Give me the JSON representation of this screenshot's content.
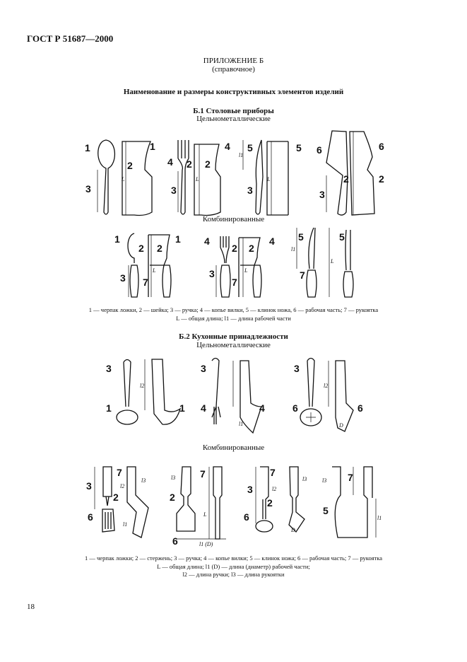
{
  "header": {
    "standard": "ГОСТ Р 51687—2000"
  },
  "appendix": {
    "title": "ПРИЛОЖЕНИЕ Б",
    "subtitle": "(справочное)"
  },
  "heading": "Наименование и размеры конструктивных элементов изделий",
  "section1": {
    "title": "Б.1 Столовые приборы",
    "sub_solid": "Цельнометаллические",
    "sub_combined": "Комбинированные",
    "labels_row1": [
      "1",
      "1",
      "2",
      "3",
      "L",
      "4",
      "4",
      "2",
      "2",
      "3",
      "L",
      "5",
      "5",
      "3",
      "l1",
      "L",
      "6",
      "6",
      "2",
      "2",
      "3"
    ],
    "labels_row2": [
      "1",
      "1",
      "2",
      "2",
      "3",
      "7",
      "L",
      "4",
      "4",
      "2",
      "2",
      "3",
      "7",
      "L",
      "5",
      "5",
      "7",
      "l1",
      "L"
    ],
    "caption_line1": "1 — черпак ложки, 2 — шейка; 3 — ручка; 4 — копье вилки, 5 — клинок ножа, 6 — рабочая часть; 7 — рукоятка",
    "caption_line2": "L — общая длина; l1 — длина рабочей части"
  },
  "section2": {
    "title": "Б.2 Кухонные принадлежности",
    "sub_solid": "Цельнометаллические",
    "sub_combined": "Комбинированные",
    "labels_row3": [
      "3",
      "1",
      "1",
      "l2",
      "3",
      "4",
      "4",
      "l1",
      "3",
      "6",
      "6",
      "l2",
      "D"
    ],
    "labels_row4": [
      "3",
      "7",
      "2",
      "6",
      "l2",
      "l3",
      "l1",
      "7",
      "2",
      "6",
      "l3",
      "L",
      "l1 (D)",
      "3",
      "7",
      "2",
      "6",
      "l2",
      "l3",
      "D",
      "7",
      "5",
      "l3",
      "l1"
    ],
    "caption_line1": "1 — черпак ложки; 2 — стержень; 3 — ручка; 4 — копье вилки; 5 — клинок ножа; 6 — рабочая часть; 7 — рукоятка",
    "caption_line2": "L — общая длина; l1 (D) — длина (диаметр) рабочей части;",
    "caption_line3": "l2 — длина ручки; l3 — длина рукоятки"
  },
  "footer": {
    "page_number": "18"
  }
}
